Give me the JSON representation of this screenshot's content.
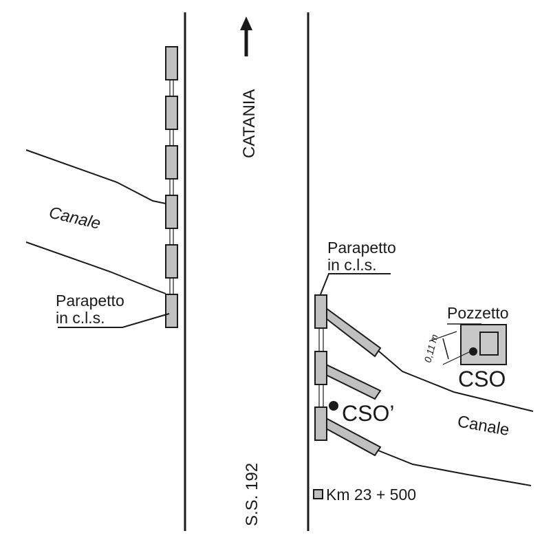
{
  "diagram": {
    "direction_label": "CATANIA",
    "road_label": "S.S. 192",
    "left_canal_label": "Canale",
    "right_canal_label": "Canale",
    "left_parapet_label": {
      "line1": "Parapetto",
      "line2": "in c.l.s."
    },
    "right_parapet_label": {
      "line1": "Parapetto",
      "line2": "in c.l.s."
    },
    "pozzetto_label": "Pozzetto",
    "cso_label": "CSO",
    "cso_prime_label": "CSO’",
    "distance_label": "0,11 m",
    "km_marker_label": "Km 23 + 500",
    "colors": {
      "line": "#1a1a1a",
      "parapet_fill": "#c0c0c0",
      "pozzetto_fill": "#c8c8c8",
      "background": "#ffffff"
    }
  }
}
